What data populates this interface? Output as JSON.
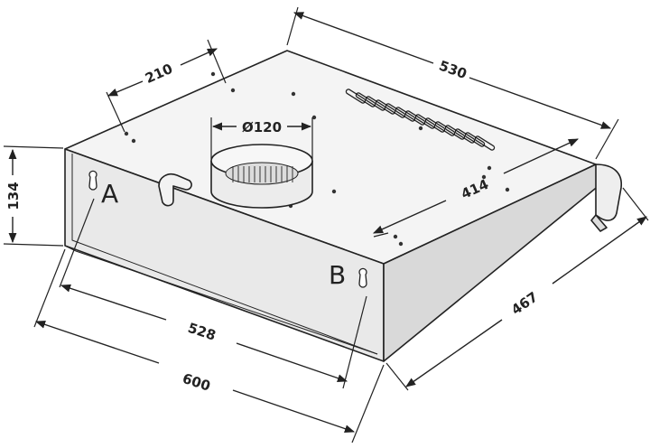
{
  "dimensions": {
    "top_width": "530",
    "outlet_offset": "210",
    "outlet_diameter": "Ø120",
    "inner_depth": "414",
    "depth": "467",
    "height": "134",
    "inner_width": "528",
    "width": "600"
  },
  "mount_points": {
    "a": "A",
    "b": "B"
  }
}
